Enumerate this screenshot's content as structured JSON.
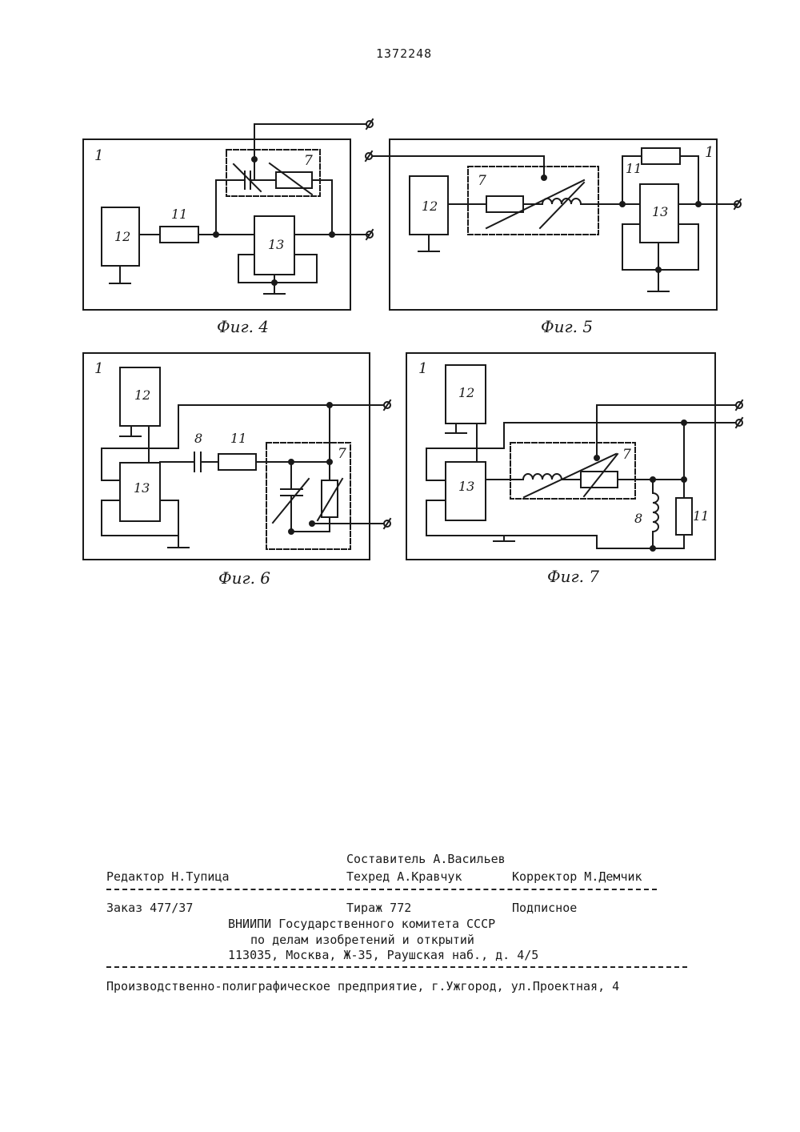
{
  "header": {
    "patent_number": "1372248"
  },
  "figures": [
    {
      "id": "fig4",
      "caption": "Фиг. 4",
      "labels": [
        "1",
        "7",
        "11",
        "12",
        "13"
      ]
    },
    {
      "id": "fig5",
      "caption": "Фиг. 5",
      "labels": [
        "1",
        "7",
        "11",
        "12",
        "13"
      ]
    },
    {
      "id": "fig6",
      "caption": "Фиг. 6",
      "labels": [
        "1",
        "7",
        "8",
        "11",
        "12",
        "13"
      ]
    },
    {
      "id": "fig7",
      "caption": "Фиг. 7",
      "labels": [
        "1",
        "7",
        "8",
        "11",
        "12",
        "13"
      ]
    }
  ],
  "imprint": {
    "compiler": "Составитель А.Васильев",
    "editor": "Редактор Н.Тупица",
    "techred": "Техред А.Кравчук",
    "corrector": "Корректор М.Демчик",
    "order": "Заказ 477/37",
    "circulation": "Тираж 772",
    "subscription": "Подписное",
    "org_line1": "ВНИИПИ Государственного комитета СССР",
    "org_line2": "по делам изобретений и открытий",
    "address": "113035, Москва, Ж-35, Раушская наб., д. 4/5",
    "printer": "Производственно-полиграфическое предприятие, г.Ужгород, ул.Проектная, 4"
  }
}
